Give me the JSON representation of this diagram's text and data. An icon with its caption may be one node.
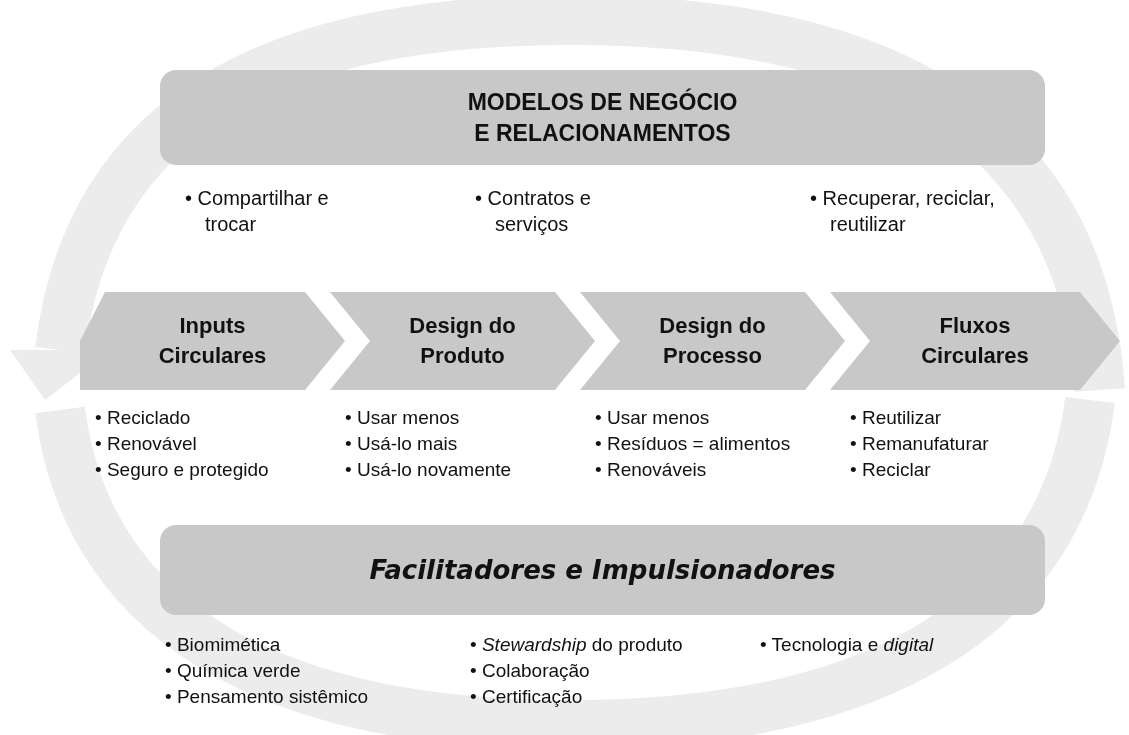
{
  "diagram": {
    "nodes": [
      {
        "text": [
          "MODELOS DE NEGÓCIO E RELACIONAMENTOS"
        ],
        "beside": [
          "• Compartilhar e trocar",
          "• Contratos e serviços",
          "• Recuperar, reciclar, reutilizar"
        ]
      },
      {
        "text": [
          "Inputs Circulares"
        ],
        "beside": [
          "• Reciclado",
          "• Renovável",
          "• Seguro e protegido"
        ]
      },
      {
        "text": [
          "Design do Produto"
        ],
        "beside": [
          "• Usar menos",
          "• Usá-lo mais",
          "• Usá-lo novamente"
        ]
      },
      {
        "text": [
          "Design do Processo"
        ],
        "beside": [
          "• Usar menos",
          "• Resíduos = alimentos",
          "• Renováveis"
        ]
      },
      {
        "text": [
          "Fluxos Circulares"
        ],
        "beside": [
          "• Reutilizar",
          "• Remanufaturar",
          "• Reciclar"
        ]
      },
      {
        "text": [
          "Facilitadores e Impulsionadores"
        ],
        "beside": [
          "• Biomimética",
          "• Química verde",
          "• Pensamento sistêmico",
          "• *Stewardship* do produto",
          "• Colaboração",
          "• Certificação",
          "• Tecnologia e *digital*"
        ]
      }
    ]
  }
}
